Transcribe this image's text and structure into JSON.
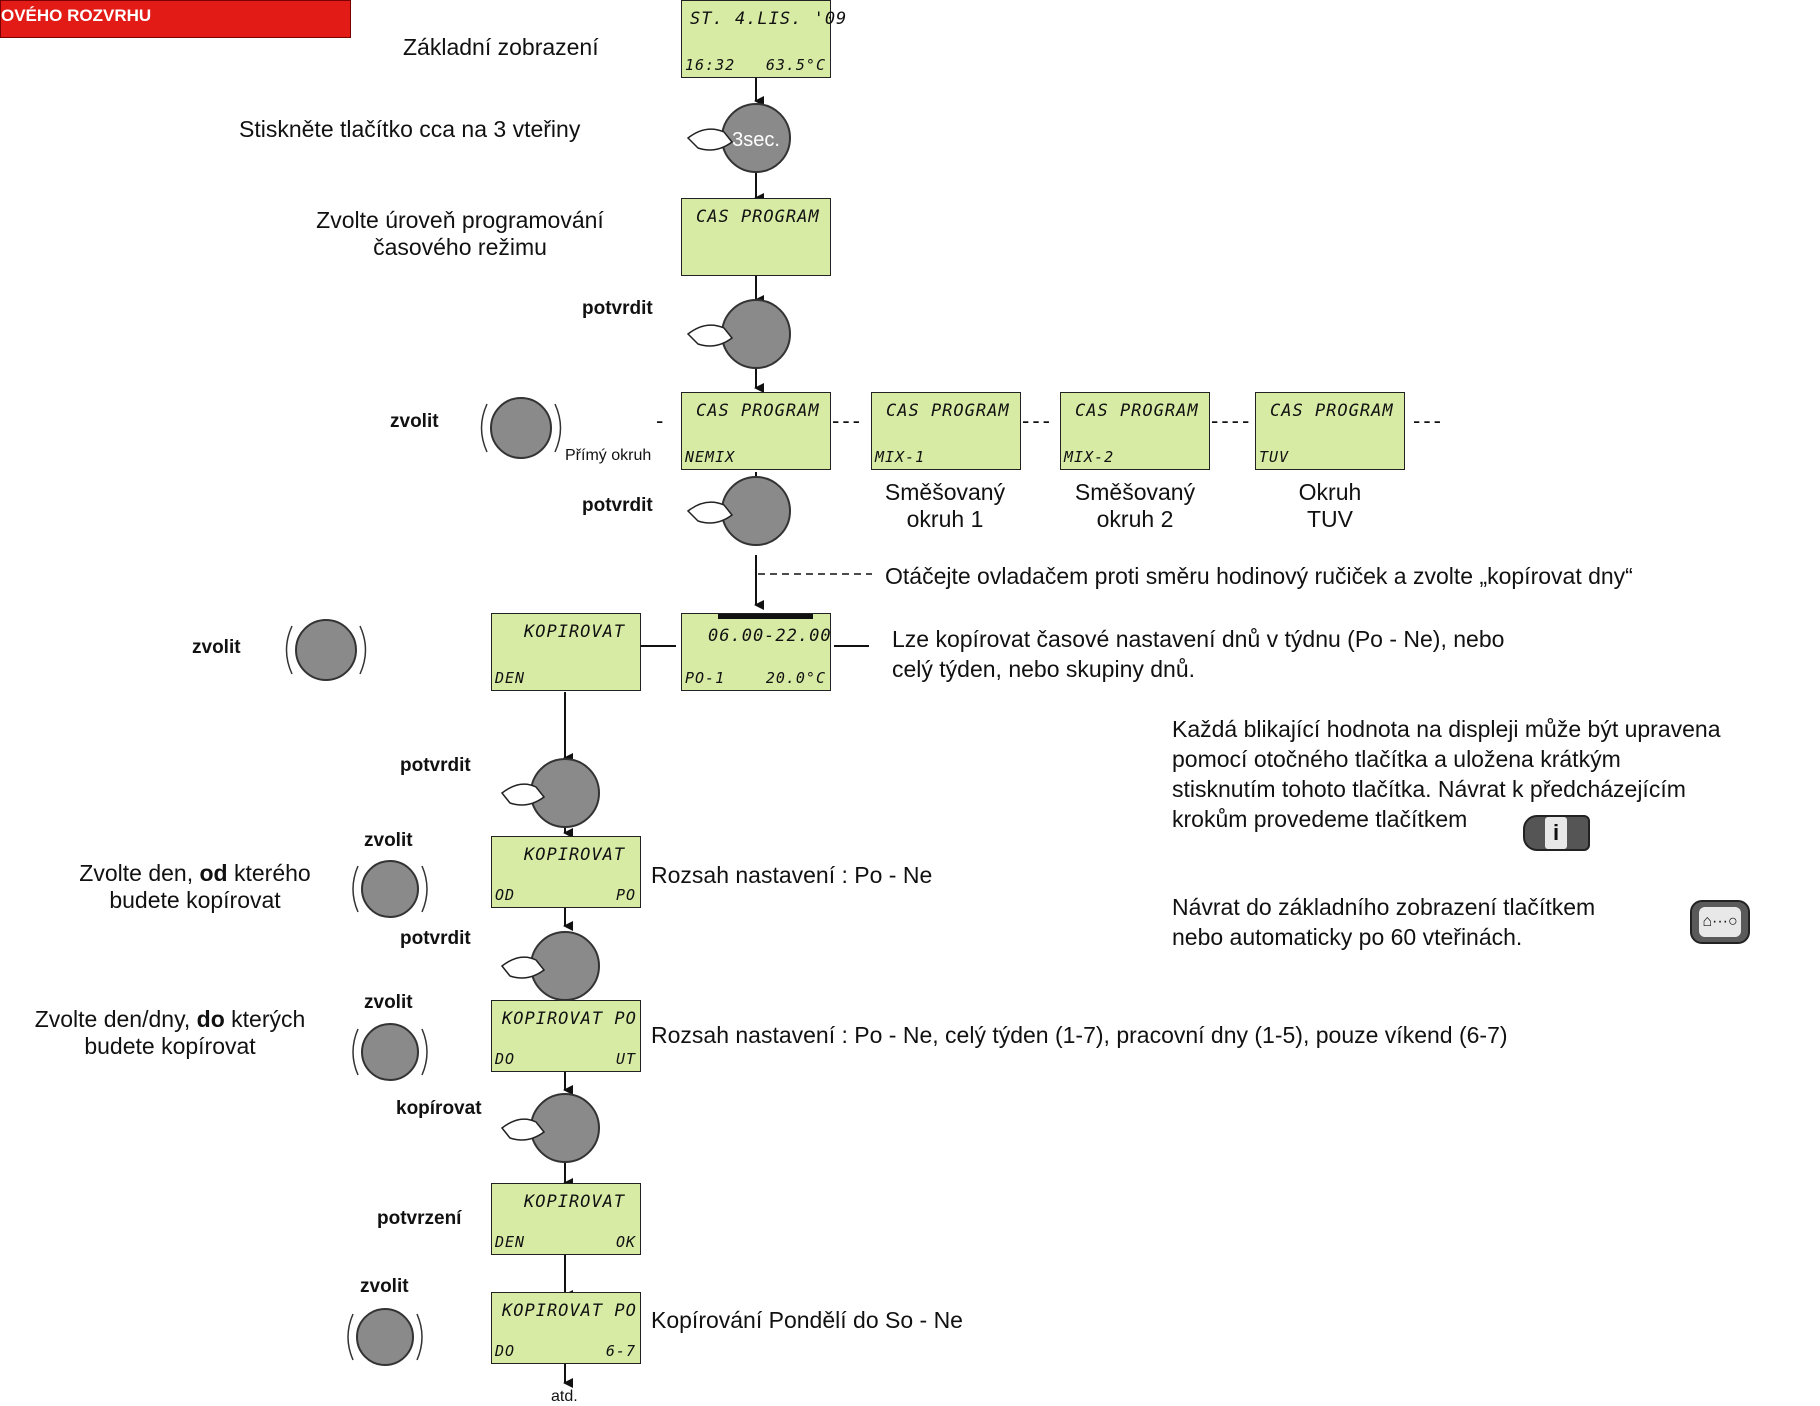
{
  "header": {
    "title": "OVÉHO ROZVRHU"
  },
  "steps": {
    "basic_display": "Základní zobrazení",
    "press_3s": "Stiskněte tlačítko cca na 3 vteřiny",
    "choose_level_1": "Zvolte úroveň programování",
    "choose_level_2": "časového režimu",
    "confirm_1": "potvrdit",
    "select_1": "zvolit",
    "direct_circuit": "Přímý okruh",
    "confirm_2": "potvrdit",
    "mix1_line1": "Směšovaný",
    "mix1_line2": "okruh 1",
    "mix2_line1": "Směšovaný",
    "mix2_line2": "okruh 2",
    "tuv_line1": "Okruh",
    "tuv_line2": "TUV",
    "rotate_note": "Otáčejte ovladačem proti směru hodinový ručiček a zvolte „kopírovat dny“",
    "select_2": "zvolit",
    "copy_days_1": "Lze kopírovat časové nastavení dnů v týdnu (Po - Ne), nebo",
    "copy_days_2": "celý týden, nebo skupiny dnů.",
    "confirm_3": "potvrdit",
    "select_3": "zvolit",
    "from_day_1_pre": "Zvolte den, ",
    "from_day_1_bold": "od",
    "from_day_1_post": " kterého",
    "from_day_2": "budete kopírovat",
    "range_1": "Rozsah nastavení : Po - Ne",
    "confirm_4": "potvrdit",
    "select_4": "zvolit",
    "to_day_1_pre": "Zvolte den/dny, ",
    "to_day_1_bold": "do",
    "to_day_1_post": " kterých",
    "to_day_2": "budete kopírovat",
    "range_2": "Rozsah nastavení : Po - Ne, celý týden (1-7), pracovní dny (1-5), pouze víkend (6-7)",
    "copy": "kopírovat",
    "confirmation": "potvrzení",
    "select_5": "zvolit",
    "copy_example": "Kopírování Pondělí do So - Ne",
    "etc": "atd."
  },
  "knob_labels": {
    "press_3s": "3sec."
  },
  "lcd": {
    "s1_top": "ST.  4.LIS. '09",
    "s1_bl": "16:32",
    "s1_br": "63.5°C",
    "s2_top": "CAS  PROGRAM",
    "s3_top": "CAS  PROGRAM",
    "s3_bl": "NEMIX",
    "s4_top": "CAS  PROGRAM",
    "s4_bl": "MIX-1",
    "s5_top": "CAS  PROGRAM",
    "s5_bl": "MIX-2",
    "s6_top": "CAS  PROGRAM",
    "s6_bl": "TUV",
    "s7_top": "KOPIROVAT",
    "s7_bl": "DEN",
    "s8_top": "06.00-22.00",
    "s8_bl": "PO-1",
    "s8_br": "20.0°C",
    "s9_top": "KOPIROVAT",
    "s9_bl": "OD",
    "s9_br": "PO",
    "s10_top": "KOPIROVAT   PO",
    "s10_bl": "DO",
    "s10_br": "UT",
    "s11_top": "KOPIROVAT",
    "s11_bl": "DEN",
    "s11_br": "OK",
    "s12_top": "KOPIROVAT   PO",
    "s12_bl": "DO",
    "s12_br": "6-7"
  },
  "notes": {
    "blink_1": "Každá blikající hodnota na displeji může být upravena",
    "blink_2": "pomocí otočného tlačítka a uložena krátkým",
    "blink_3": "stisknutím tohoto tlačítka. Návrat k předcházejícím",
    "blink_4": "krokům provedeme tlačítkem",
    "home_1": "Návrat do základního zobrazení tlačítkem",
    "home_2": "nebo automaticky po 60 vteřinách."
  },
  "buttons": {
    "info_glyph": "i",
    "home_glyph": "⌂···○"
  },
  "colors": {
    "header_red": "#e21b17",
    "lcd_green": "#d7eba5",
    "knob_grey": "#8a8a8a"
  }
}
